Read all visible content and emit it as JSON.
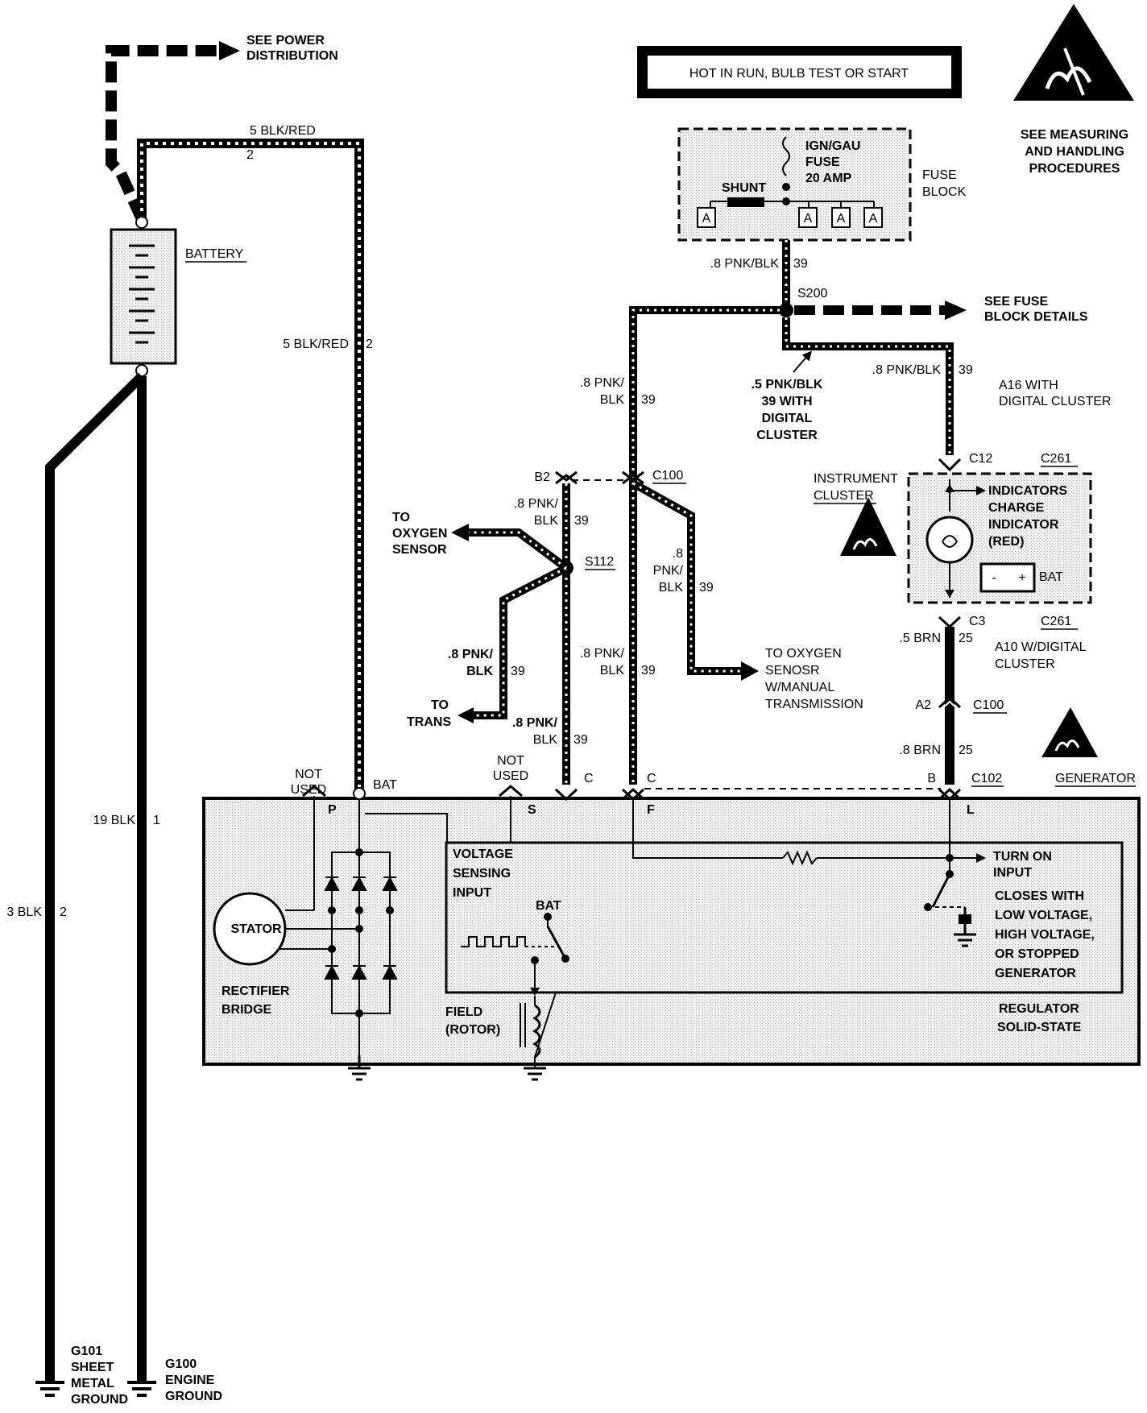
{
  "banner": {
    "label": "HOT IN RUN, BULB TEST OR START"
  },
  "esd_note": {
    "line1": "SEE MEASURING",
    "line2": "AND HANDLING",
    "line3": "PROCEDURES"
  },
  "top_left": {
    "see_power_1": "SEE POWER",
    "see_power_2": "DISTRIBUTION",
    "wire_5blkred_top": "5 BLK/RED",
    "wire_2_top": "2",
    "battery": "BATTERY",
    "wire_5blkred_side": "5 BLK/RED",
    "wire_2_side": "2",
    "wire_19blk": "19 BLK",
    "wire_1": "1",
    "wire_3blk": "3 BLK",
    "wire_2_left": "2"
  },
  "grounds": {
    "g101_1": "G101",
    "g101_2": "SHEET",
    "g101_3": "METAL",
    "g101_4": "GROUND",
    "g100_1": "G100",
    "g100_2": "ENGINE",
    "g100_3": "GROUND"
  },
  "fuse_block": {
    "ign": "IGN/GAU",
    "fuse": "FUSE",
    "amp": "20 AMP",
    "shunt": "SHUNT",
    "block_1": "FUSE",
    "block_2": "BLOCK",
    "terminal": "A"
  },
  "upper_wires": {
    "w8pnkblk_39": ".8 PNK/BLK",
    "n39_a": "39",
    "s200": "S200",
    "see_fuse_1": "SEE FUSE",
    "see_fuse_2": "BLOCK DETAILS",
    "w8pnkblk_right": ".8 PNK/BLK",
    "n39_b": "39",
    "a16_1": "A16 WITH",
    "a16_2": "DIGITAL CLUSTER",
    "left_8pnk": ".8 PNK/",
    "left_blk": "BLK",
    "n39_c": "39",
    "dc_1": ".5 PNK/BLK",
    "dc_2": "39 WITH",
    "dc_3": "DIGITAL",
    "dc_4": "CLUSTER"
  },
  "cluster": {
    "c12": "C12",
    "c261_top": "C261",
    "ic_1": "INSTRUMENT",
    "ic_2": "CLUSTER",
    "ind_1": "INDICATORS",
    "ind_2": "CHARGE",
    "ind_3": "INDICATOR",
    "ind_4": "(RED)",
    "bat": "BAT",
    "bat_neg": "-",
    "bat_pos": "+",
    "c3": "C3",
    "c261_bot": "C261",
    "w5brn": ".5 BRN",
    "n25_a": "25",
    "a10_1": "A10 W/DIGITAL",
    "a10_2": "CLUSTER",
    "a2": "A2",
    "c100": "C100",
    "w8brn": ".8 BRN",
    "n25_b": "25",
    "b": "B",
    "c102": "C102",
    "generator": "GENERATOR"
  },
  "mid": {
    "b2": "B2",
    "c100": "C100",
    "m_8pnk": ".8 PNK/",
    "m_blk": "BLK",
    "n39_d": "39",
    "to_oxy_1": "TO",
    "to_oxy_2": "OXYGEN",
    "to_oxy_3": "SENSOR",
    "s112": "S112",
    "r_8": ".8",
    "r_pnk": "PNK/",
    "r_blk": "BLK",
    "n39_e": "39",
    "l_8pnk": ".8 PNK/",
    "l_blk": "BLK",
    "n39_f": "39",
    "c_8pnk": ".8 PNK/",
    "c_blk": "BLK",
    "n39_g": "39",
    "to_trans_1": "TO",
    "to_trans_2": "TRANS",
    "b_8pnk": ".8 PNK/",
    "b_blk": "BLK",
    "n39_h": "39",
    "oxy_man_1": "TO OXYGEN",
    "oxy_man_2": "SENOSR",
    "oxy_man_3": "W/MANUAL",
    "oxy_man_4": "TRANSMISSION",
    "c_label_1": "C",
    "c_label_2": "C"
  },
  "generator": {
    "not_used_1a": "NOT",
    "not_used_1b": "USED",
    "bat": "BAT",
    "p": "P",
    "not_used_2a": "NOT",
    "not_used_2b": "USED",
    "s": "S",
    "f": "F",
    "l": "L",
    "vs_1": "VOLTAGE",
    "vs_2": "SENSING",
    "vs_3": "INPUT",
    "bat_inner": "BAT",
    "turn_1": "TURN ON",
    "turn_2": "INPUT",
    "closes_1": "CLOSES WITH",
    "closes_2": "LOW VOLTAGE,",
    "closes_3": "HIGH VOLTAGE,",
    "closes_4": "OR STOPPED",
    "closes_5": "GENERATOR",
    "stator": "STATOR",
    "rect_1": "RECTIFIER",
    "rect_2": "BRIDGE",
    "field_1": "FIELD",
    "field_2": "(ROTOR)",
    "reg_1": "REGULATOR",
    "reg_2": "SOLID-STATE"
  }
}
